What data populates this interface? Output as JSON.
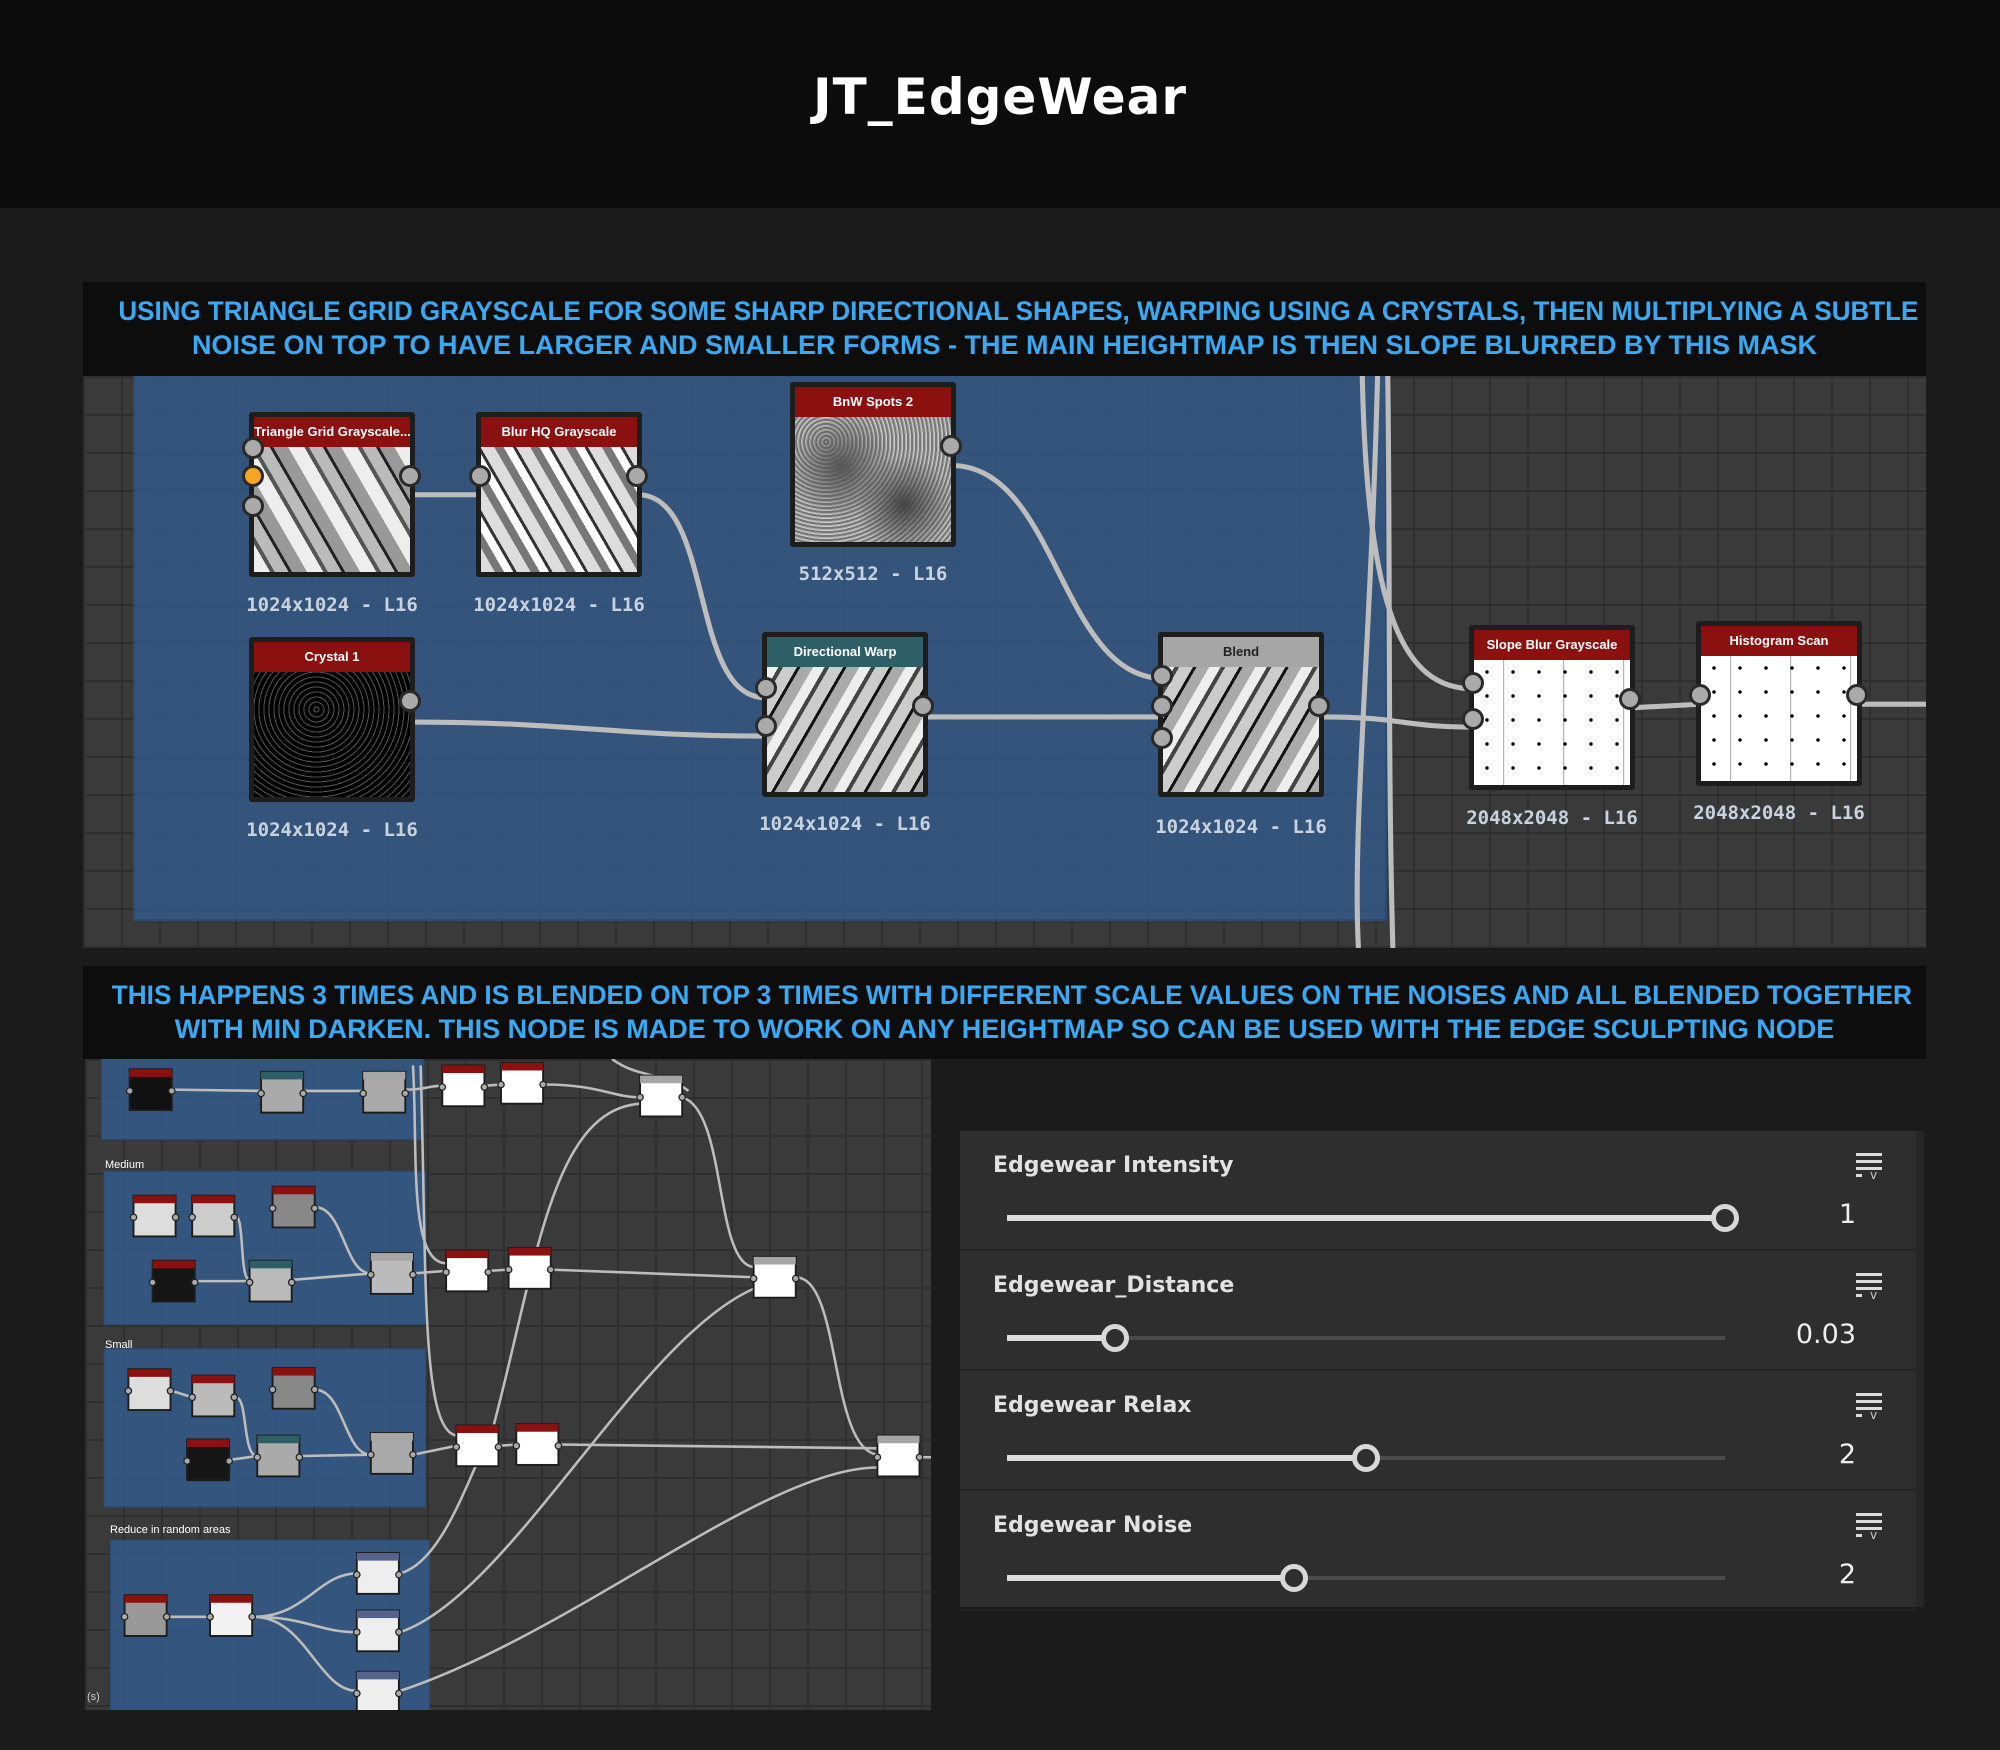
{
  "title": "JT_EdgeWear",
  "caption_top": [
    "USING TRIANGLE GRID GRAYSCALE FOR SOME SHARP DIRECTIONAL SHAPES, WARPING USING A CRYSTALS, THEN MULTIPLYING A SUBTLE",
    "NOISE ON TOP TO HAVE LARGER AND SMALLER FORMS - THE MAIN HEIGHTMAP IS THEN SLOPE BLURRED BY THIS MASK"
  ],
  "caption_bottom": [
    "THIS HAPPENS 3 TIMES AND IS BLENDED ON TOP 3 TIMES WITH DIFFERENT SCALE VALUES ON THE NOISES AND ALL BLENDED TOGETHER",
    "WITH MIN DARKEN. THIS NODE IS MADE TO WORK ON ANY HEIGHTMAP SO CAN BE USED WITH THE EDGE SCULPTING NODE"
  ],
  "top_graph": {
    "nodes": [
      {
        "title": "Triangle Grid Grayscale...",
        "resolution": "1024x1024 - L16",
        "header": "red"
      },
      {
        "title": "Blur HQ Grayscale",
        "resolution": "1024x1024 - L16",
        "header": "red"
      },
      {
        "title": "BnW Spots 2",
        "resolution": "512x512 - L16",
        "header": "red"
      },
      {
        "title": "Crystal 1",
        "resolution": "1024x1024 - L16",
        "header": "red"
      },
      {
        "title": "Directional Warp",
        "resolution": "1024x1024 - L16",
        "header": "teal"
      },
      {
        "title": "Blend",
        "resolution": "1024x1024 - L16",
        "header": "grey"
      },
      {
        "title": "Slope Blur Grayscale",
        "resolution": "2048x2048 - L16",
        "header": "red"
      },
      {
        "title": "Histogram Scan",
        "resolution": "2048x2048 - L16",
        "header": "red"
      }
    ]
  },
  "bottom_graph": {
    "frames": [
      "Medium",
      "Small",
      "Reduce in random areas"
    ],
    "corner_label": "(s)"
  },
  "parameters": [
    {
      "label": "Edgewear Intensity",
      "value": "1",
      "slider_position": 1.0
    },
    {
      "label": "Edgewear_Distance",
      "value": "0.03",
      "slider_position": 0.15
    },
    {
      "label": "Edgewear Relax",
      "value": "2",
      "slider_position": 0.5
    },
    {
      "label": "Edgewear Noise",
      "value": "2",
      "slider_position": 0.4
    }
  ],
  "colors": {
    "caption_text": "#3ba9f2",
    "frame_blue": "#345a8a",
    "node_header_red": "#8b1111",
    "node_header_teal": "#2f5f66",
    "node_header_grey": "#a6a6a6",
    "socket_orange": "#f4a524"
  }
}
